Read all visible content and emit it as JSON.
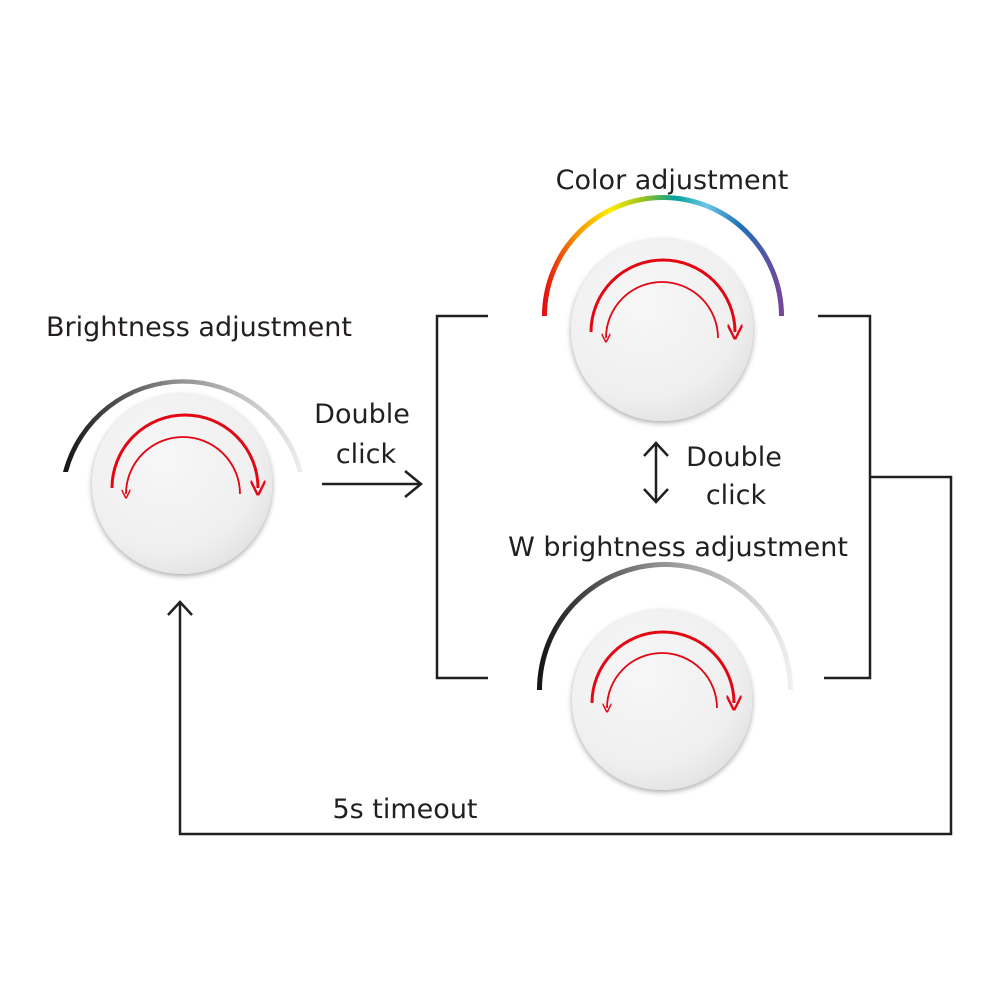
{
  "labels": {
    "brightness": "Brightness adjustment",
    "color": "Color adjustment",
    "w_brightness": "W brightness adjustment",
    "double_click_1_line1": "Double",
    "double_click_1_line2": "click",
    "double_click_2_line1": "Double",
    "double_click_2_line2": "click",
    "timeout": "5s timeout"
  },
  "colors": {
    "line": "#231f20",
    "arrow_red": "#e30613",
    "knob_fill": "#f3f3f3",
    "rainbow": [
      "#e30613",
      "#f39200",
      "#ffed00",
      "#95c11f",
      "#00a19a",
      "#6ec6e8",
      "#1d71b8",
      "#7b4397"
    ]
  },
  "icons": {
    "knob": "rotary-knob-icon",
    "rotate": "rotate-arrows-icon",
    "flow": "arrow-right-icon",
    "toggle": "double-arrow-vertical-icon"
  }
}
